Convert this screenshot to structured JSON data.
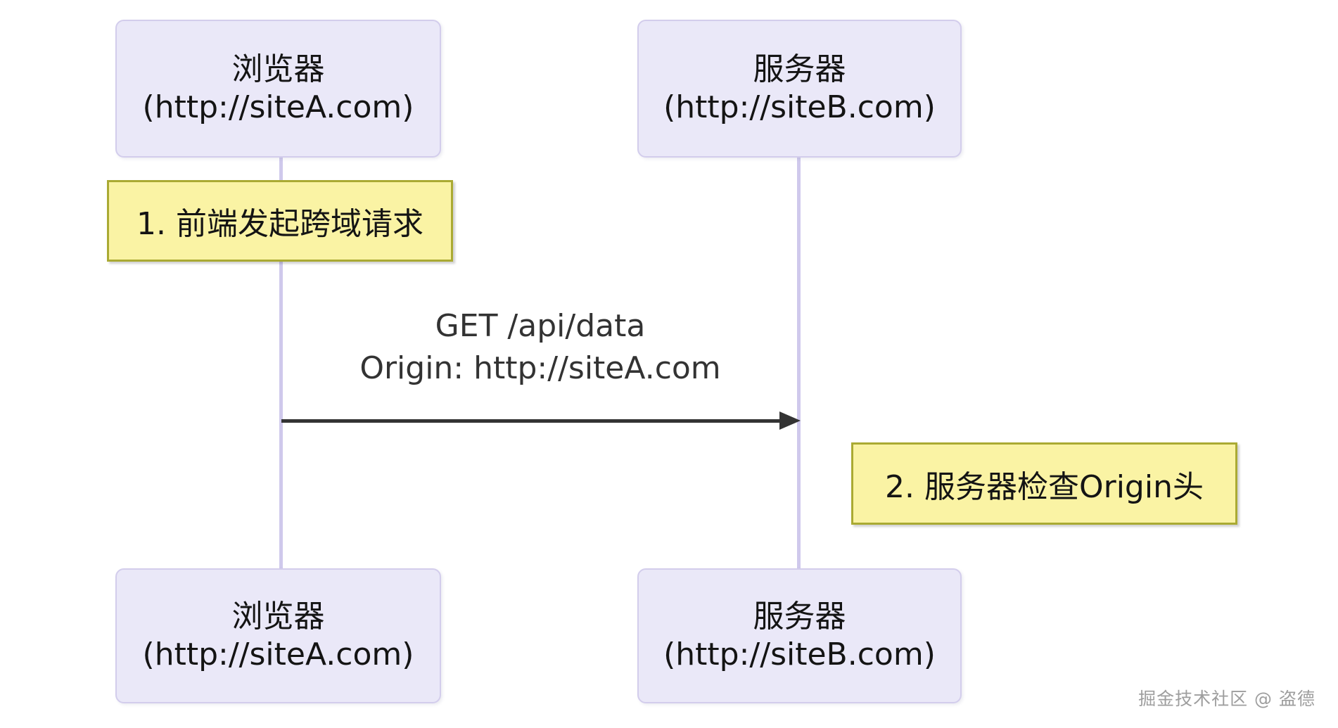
{
  "colors": {
    "page-bg": "#ffffff",
    "actor-fill": "#eae8f8",
    "actor-border": "#d3cdec",
    "lifeline": "#cfc9ec",
    "note-fill": "#faf3a4",
    "note-border": "#aaaa33",
    "text-dark": "#141414",
    "message-text": "#333333",
    "arrow": "#333333",
    "watermark-text": "#9e9e9e"
  },
  "diagram": {
    "type": "sequence",
    "actors": {
      "browser": {
        "title": "浏览器",
        "subtitle": "(http://siteA.com)"
      },
      "server": {
        "title": "服务器",
        "subtitle": "(http://siteB.com)"
      }
    },
    "notes": {
      "step1": "1. 前端发起跨域请求",
      "step2": "2. 服务器检查Origin头"
    },
    "message": {
      "line1": "GET /api/data",
      "line2": "Origin: http://siteA.com"
    },
    "watermark": "掘金技术社区 @ 盗德"
  }
}
